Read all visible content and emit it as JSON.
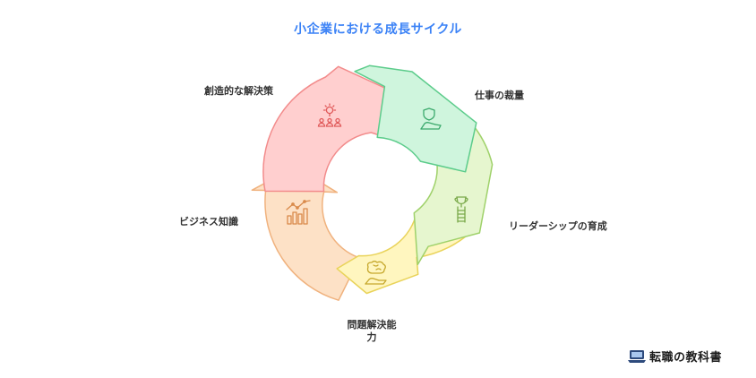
{
  "title": "小企業における成長サイクル",
  "colors": {
    "title": "#3b82f6",
    "red_fill": "#ffcfcf",
    "red_stroke": "#f28b8b",
    "red_icon": "#e05a5a",
    "green_fill": "#cff5dd",
    "green_stroke": "#5ccc8b",
    "green_icon": "#3aa96c",
    "lime_fill": "#e6f6cf",
    "lime_stroke": "#9fd16a",
    "lime_icon": "#7aa94a",
    "yellow_fill": "#fff6bf",
    "yellow_stroke": "#e9d35a",
    "yellow_icon": "#c6a82c",
    "orange_fill": "#fde1c6",
    "orange_stroke": "#f0b27e",
    "orange_icon": "#d98a4a"
  },
  "steps": [
    {
      "label": "創造的な解決策",
      "color": "red",
      "icon": "lightbulb-team-icon"
    },
    {
      "label": "仕事の裁量",
      "color": "green",
      "icon": "hand-shield-icon"
    },
    {
      "label": "リーダーシップの育成",
      "color": "lime",
      "icon": "trophy-ladder-icon"
    },
    {
      "label": "問題解決能力",
      "color": "yellow",
      "icon": "brain-hand-icon"
    },
    {
      "label": "ビジネス知識",
      "color": "orange",
      "icon": "growth-chart-icon"
    }
  ],
  "brand": {
    "text": "転職の教科書",
    "icon": "laptop-icon"
  }
}
